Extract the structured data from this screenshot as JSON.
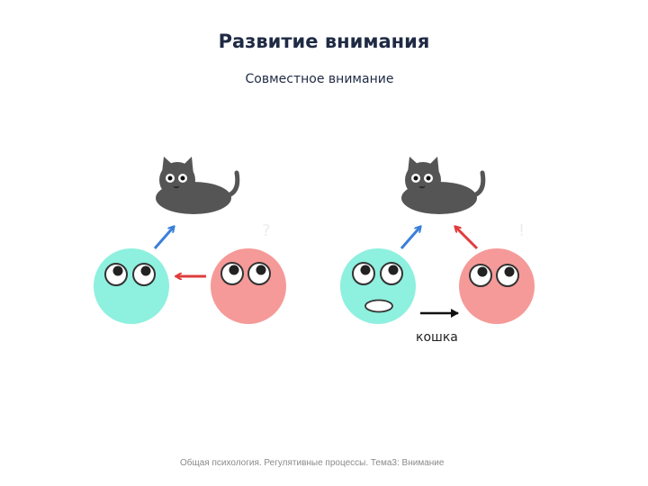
{
  "slide": {
    "title": "Развитие внимания",
    "subtitle": "Совместное внимание",
    "word_label": "кошка",
    "footer": "Общая психология. Регулятивные процессы. Тема3: Внимание"
  },
  "colors": {
    "cat": "#555555",
    "teal_face": "#8ef0df",
    "pink_face": "#f59a98",
    "blue_arrow": "#3a7fd9",
    "red_arrow": "#e03c3c",
    "title_color": "#1f2a44"
  },
  "icons": [
    "cat-icon",
    "teal-face",
    "pink-face",
    "arrow-icon"
  ]
}
